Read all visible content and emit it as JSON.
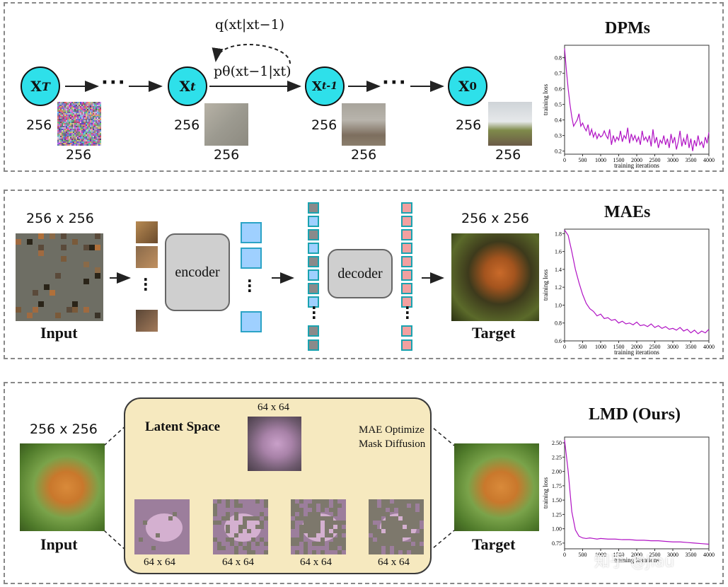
{
  "dpm": {
    "title": "DPMs",
    "nodes": [
      "X",
      "X",
      "X",
      "X"
    ],
    "node_subs": [
      "T",
      "t",
      "t-1",
      "0"
    ],
    "forward_formula": "q(x",
    "forward_formula_full": "q(xt|xt−1)",
    "reverse_formula_full": "pθ(xt−1|xt)",
    "dim": "256",
    "ellipsis": "···"
  },
  "mae": {
    "title": "MAEs",
    "input_size": "256 x 256",
    "target_size": "256 x 256",
    "input_label": "Input",
    "target_label": "Target",
    "encoder": "encoder",
    "decoder": "decoder"
  },
  "lmd": {
    "title": "LMD (Ours)",
    "input_size": "256 x 256",
    "input_label": "Input",
    "target_label": "Target",
    "latent_title": "Latent Space",
    "latent_size": "64 x 64",
    "step_sizes": [
      "64 x 64",
      "64 x 64",
      "64 x 64",
      "64 x 64"
    ],
    "legend_mae": "MAE Optimize",
    "legend_mask": "Mask Diffusion"
  },
  "watermark": "知乎 @Jiau",
  "chart_data": [
    {
      "type": "line",
      "title": "",
      "xlabel": "training iterations",
      "ylabel": "training loss",
      "xlim": [
        0,
        4000
      ],
      "ylim": [
        0.18,
        0.88
      ],
      "xticks": [
        "0",
        "500",
        "1000",
        "1500",
        "2000",
        "2500",
        "3000",
        "3500",
        "4000"
      ],
      "yticks": [
        "0.2",
        "0.3",
        "0.4",
        "0.5",
        "0.6",
        "0.7",
        "0.8"
      ],
      "color": "#b012c4",
      "series": [
        {
          "x": [
            0,
            50,
            100,
            150,
            200,
            250,
            300,
            350,
            400,
            450,
            500,
            550,
            600,
            650,
            700,
            750,
            800,
            850,
            900,
            950,
            1000,
            1050,
            1100,
            1150,
            1200,
            1250,
            1300,
            1350,
            1400,
            1450,
            1500,
            1550,
            1600,
            1650,
            1700,
            1750,
            1800,
            1850,
            1900,
            1950,
            2000,
            2050,
            2100,
            2150,
            2200,
            2250,
            2300,
            2350,
            2400,
            2450,
            2500,
            2550,
            2600,
            2650,
            2700,
            2750,
            2800,
            2850,
            2900,
            2950,
            3000,
            3050,
            3100,
            3150,
            3200,
            3250,
            3300,
            3350,
            3400,
            3450,
            3500,
            3550,
            3600,
            3650,
            3700,
            3750,
            3800,
            3850,
            3900,
            3950,
            4000
          ],
          "values": [
            0.86,
            0.72,
            0.6,
            0.5,
            0.42,
            0.36,
            0.38,
            0.4,
            0.44,
            0.36,
            0.38,
            0.35,
            0.33,
            0.37,
            0.3,
            0.34,
            0.29,
            0.32,
            0.28,
            0.31,
            0.29,
            0.3,
            0.33,
            0.3,
            0.28,
            0.34,
            0.24,
            0.3,
            0.26,
            0.29,
            0.27,
            0.33,
            0.26,
            0.3,
            0.28,
            0.35,
            0.25,
            0.31,
            0.27,
            0.3,
            0.26,
            0.29,
            0.24,
            0.33,
            0.27,
            0.29,
            0.26,
            0.3,
            0.23,
            0.34,
            0.25,
            0.29,
            0.22,
            0.27,
            0.25,
            0.3,
            0.24,
            0.28,
            0.22,
            0.31,
            0.25,
            0.29,
            0.21,
            0.26,
            0.33,
            0.23,
            0.28,
            0.24,
            0.31,
            0.22,
            0.28,
            0.2,
            0.27,
            0.23,
            0.3,
            0.24,
            0.26,
            0.22,
            0.29,
            0.25,
            0.32
          ]
        }
      ]
    },
    {
      "type": "line",
      "title": "",
      "xlabel": "training iterations",
      "ylabel": "training loss",
      "xlim": [
        0,
        4000
      ],
      "ylim": [
        0.6,
        1.85
      ],
      "xticks": [
        "0",
        "500",
        "1000",
        "1500",
        "2000",
        "2500",
        "3000",
        "3500",
        "4000"
      ],
      "yticks": [
        "0.6",
        "0.8",
        "1.0",
        "1.2",
        "1.4",
        "1.6",
        "1.8"
      ],
      "color": "#b012c4",
      "series": [
        {
          "x": [
            0,
            100,
            200,
            300,
            400,
            500,
            600,
            700,
            800,
            900,
            1000,
            1100,
            1200,
            1300,
            1400,
            1500,
            1600,
            1700,
            1800,
            1900,
            2000,
            2100,
            2200,
            2300,
            2400,
            2500,
            2600,
            2700,
            2800,
            2900,
            3000,
            3100,
            3200,
            3300,
            3400,
            3500,
            3600,
            3700,
            3800,
            3900,
            4000
          ],
          "values": [
            1.84,
            1.78,
            1.6,
            1.4,
            1.25,
            1.12,
            1.02,
            0.96,
            0.93,
            0.88,
            0.9,
            0.85,
            0.86,
            0.83,
            0.84,
            0.8,
            0.82,
            0.79,
            0.8,
            0.78,
            0.81,
            0.77,
            0.78,
            0.76,
            0.79,
            0.75,
            0.77,
            0.74,
            0.76,
            0.73,
            0.74,
            0.72,
            0.75,
            0.71,
            0.73,
            0.69,
            0.72,
            0.68,
            0.71,
            0.69,
            0.73
          ]
        }
      ]
    },
    {
      "type": "line",
      "title": "",
      "xlabel": "training iterations",
      "ylabel": "training loss",
      "xlim": [
        0,
        4000
      ],
      "ylim": [
        0.65,
        2.6
      ],
      "xticks": [
        "0",
        "500",
        "1000",
        "1500",
        "2000",
        "2500",
        "3000",
        "3500",
        "4000"
      ],
      "yticks": [
        "0.75",
        "1.00",
        "1.25",
        "1.50",
        "1.75",
        "2.00",
        "2.25",
        "2.50"
      ],
      "color": "#b012c4",
      "series": [
        {
          "x": [
            0,
            100,
            200,
            300,
            400,
            500,
            600,
            700,
            800,
            900,
            1000,
            1200,
            1400,
            1600,
            1800,
            2000,
            2200,
            2400,
            2600,
            2800,
            3000,
            3200,
            3400,
            3600,
            3800,
            4000
          ],
          "values": [
            2.55,
            2.0,
            1.3,
            0.98,
            0.87,
            0.84,
            0.83,
            0.84,
            0.83,
            0.82,
            0.83,
            0.82,
            0.82,
            0.81,
            0.81,
            0.8,
            0.8,
            0.79,
            0.79,
            0.78,
            0.77,
            0.77,
            0.76,
            0.75,
            0.74,
            0.73
          ]
        }
      ]
    }
  ]
}
